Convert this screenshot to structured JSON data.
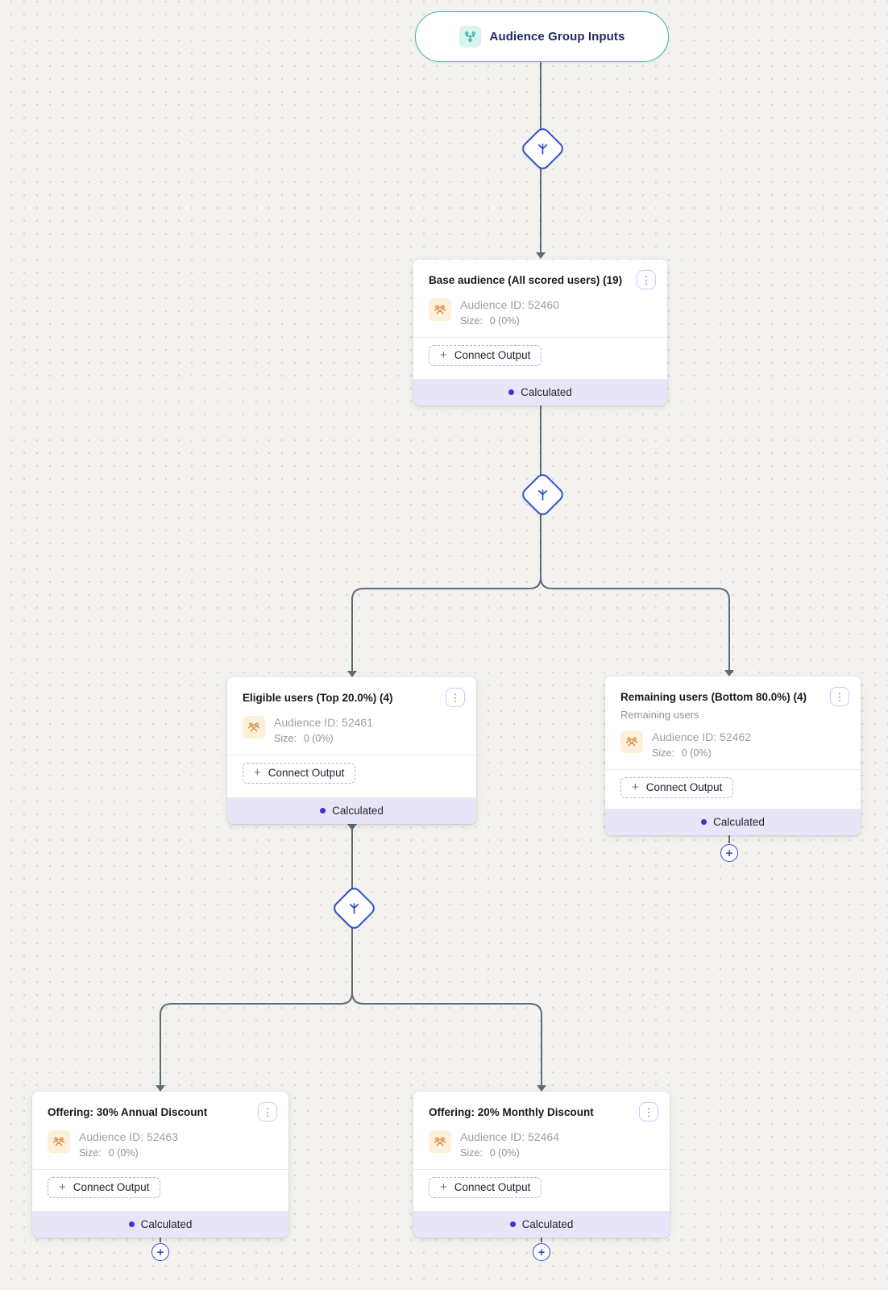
{
  "header_pill": {
    "label": "Audience Group Inputs",
    "icon": "hierarchy-icon"
  },
  "nodes": [
    {
      "title": "Base audience (All scored users) (19)",
      "audience_id": "Audience ID: 52460",
      "size_label": "Size:",
      "size_value": "0 (0%)",
      "connect_label": "Connect Output",
      "status": "Calculated"
    },
    {
      "title": "Eligible users (Top 20.0%) (4)",
      "audience_id": "Audience ID: 52461",
      "size_label": "Size:",
      "size_value": "0 (0%)",
      "connect_label": "Connect Output",
      "status": "Calculated"
    },
    {
      "title": "Remaining users (Bottom 80.0%) (4)",
      "subtitle": "Remaining users",
      "audience_id": "Audience ID: 52462",
      "size_label": "Size:",
      "size_value": "0 (0%)",
      "connect_label": "Connect Output",
      "status": "Calculated"
    },
    {
      "title": "Offering: 30% Annual Discount",
      "audience_id": "Audience ID: 52463",
      "size_label": "Size:",
      "size_value": "0 (0%)",
      "connect_label": "Connect Output",
      "status": "Calculated"
    },
    {
      "title": "Offering: 20% Monthly Discount",
      "audience_id": "Audience ID: 52464",
      "size_label": "Size:",
      "size_value": "0 (0%)",
      "connect_label": "Connect Output",
      "status": "Calculated"
    }
  ],
  "icons": {
    "kebab": "⋮",
    "plus": "+"
  },
  "colors": {
    "canvas_bg": "#f3f2ef",
    "grid_dot": "#d8d5d1",
    "edge": "#5b6d79",
    "accent_blue": "#2e4fd0",
    "teal_border": "#3ab5ac",
    "teal_icon_bg": "#d9f3ef",
    "navy_text": "#212b63",
    "status_purple": "#4b2bd6",
    "status_bg": "#e9e5f8",
    "audience_icon_orange": "#dd8a40",
    "audience_icon_bg": "#fcf0db"
  }
}
